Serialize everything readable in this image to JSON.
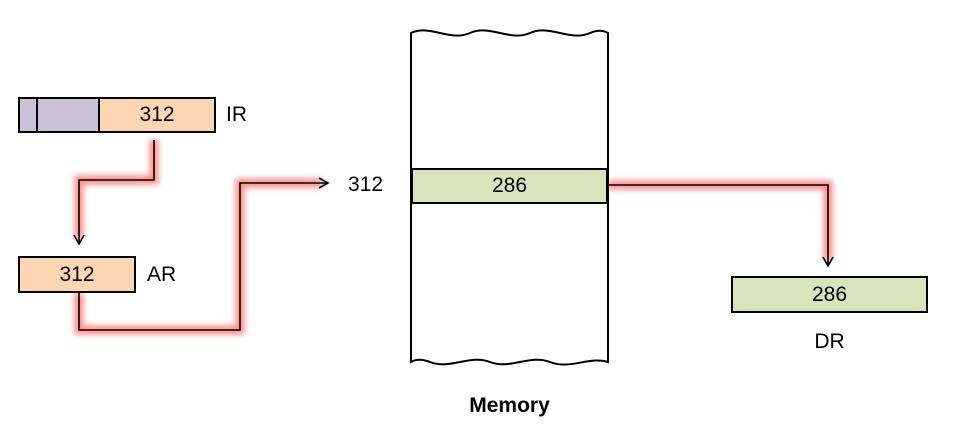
{
  "ir": {
    "label": "IR",
    "address": "312",
    "colors": {
      "opcode": "#ccc0da",
      "address": "#fcd5b4"
    }
  },
  "ar": {
    "label": "AR",
    "value": "312",
    "color": "#fcd5b4"
  },
  "memory": {
    "label": "Memory",
    "address": "312",
    "word": "286",
    "word_color": "#d7e4bc"
  },
  "dr": {
    "label": "DR",
    "value": "286",
    "color": "#d7e4bc"
  },
  "path_glow_color": "#ff6666"
}
